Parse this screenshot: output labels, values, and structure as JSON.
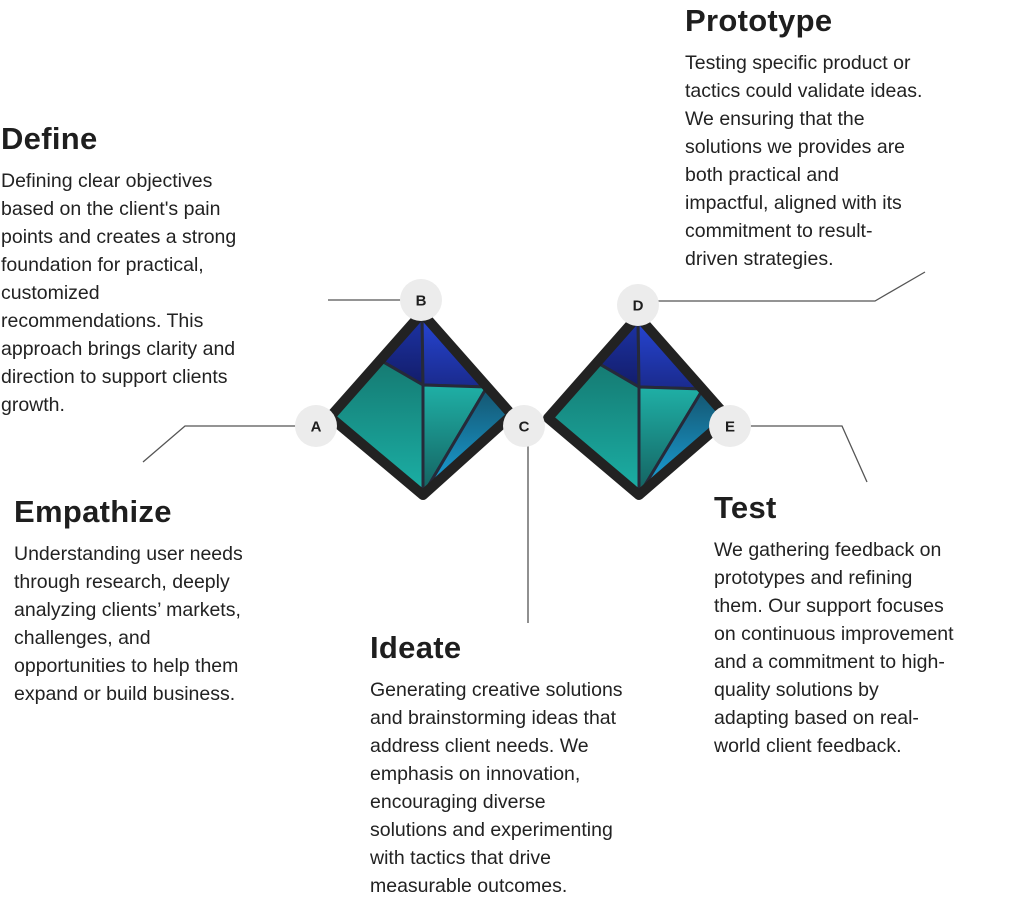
{
  "stages": {
    "define": {
      "marker": "B",
      "title": "Define",
      "lines": [
        "Defining clear objectives",
        "based on the client's pain",
        "points and creates a strong",
        "foundation for practical,",
        "customized",
        "recommendations. This",
        "approach brings clarity and",
        "direction to support clients",
        "growth."
      ]
    },
    "empathize": {
      "marker": "A",
      "title": "Empathize",
      "lines": [
        "Understanding user needs",
        "through research, deeply",
        "analyzing clients’ markets,",
        "challenges, and",
        "opportunities to help them",
        "expand or build business."
      ]
    },
    "ideate": {
      "marker": "C",
      "title": "Ideate",
      "lines": [
        "Generating creative solutions",
        "and brainstorming ideas that",
        "address client needs. We",
        "emphasis on innovation,",
        "encouraging diverse",
        "solutions and experimenting",
        "with tactics that drive",
        "measurable outcomes."
      ]
    },
    "prototype": {
      "marker": "D",
      "title": "Prototype",
      "lines": [
        "Testing specific product or",
        "tactics could validate ideas.",
        "We ensuring that the",
        "solutions we provides are",
        "both practical and",
        "impactful, aligned with its",
        "commitment to result-",
        "driven strategies."
      ]
    },
    "test": {
      "marker": "E",
      "title": "Test",
      "lines": [
        "We gathering feedback on",
        "prototypes and refining",
        "them. Our support focuses",
        "on continuous improvement",
        "and a commitment to high-",
        "quality solutions by",
        "adapting based on real-",
        "world client feedback."
      ]
    }
  },
  "colors": {
    "dark_blue": "#1a2a8a",
    "blue": "#2340c8",
    "teal": "#1aa39a",
    "light_blue": "#1a98d0",
    "outline": "#222222",
    "badge": "#ececec"
  }
}
